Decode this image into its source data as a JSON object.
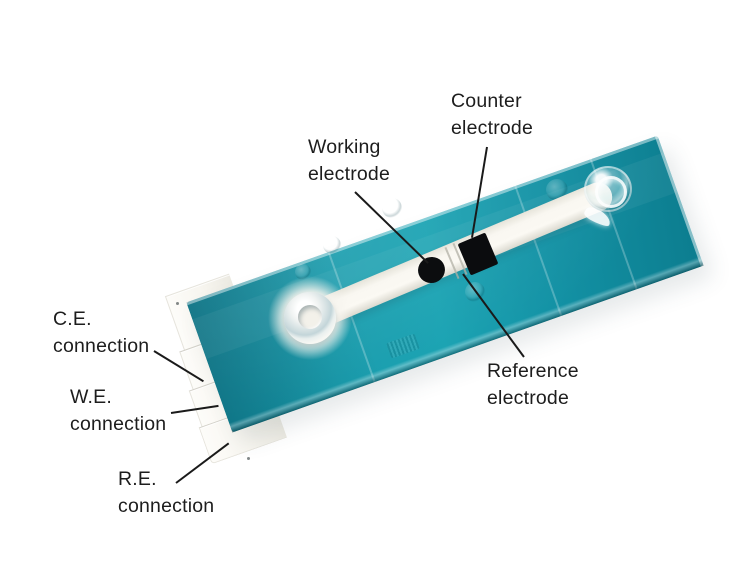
{
  "annotations": {
    "working_electrode": {
      "lines": [
        "Working",
        "electrode"
      ]
    },
    "counter_electrode": {
      "lines": [
        "Counter",
        "electrode"
      ]
    },
    "reference_electrode": {
      "lines": [
        "Reference",
        "electrode"
      ]
    },
    "ce_connection": {
      "lines": [
        "C.E.",
        "connection"
      ]
    },
    "we_connection": {
      "lines": [
        "W.E.",
        "connection"
      ]
    },
    "re_connection": {
      "lines": [
        "R.E.",
        "connection"
      ]
    }
  },
  "colors": {
    "background": "#ffffff",
    "chip_teal": "#1697a9",
    "chip_teal_dark": "#0d7e90",
    "channel_white": "#f8f6f0",
    "connector_white": "#fbfaf6",
    "electrode_black": "#0c0d0f",
    "annotation_text": "#1d1d1d",
    "leader_line": "#1a1a1a"
  }
}
